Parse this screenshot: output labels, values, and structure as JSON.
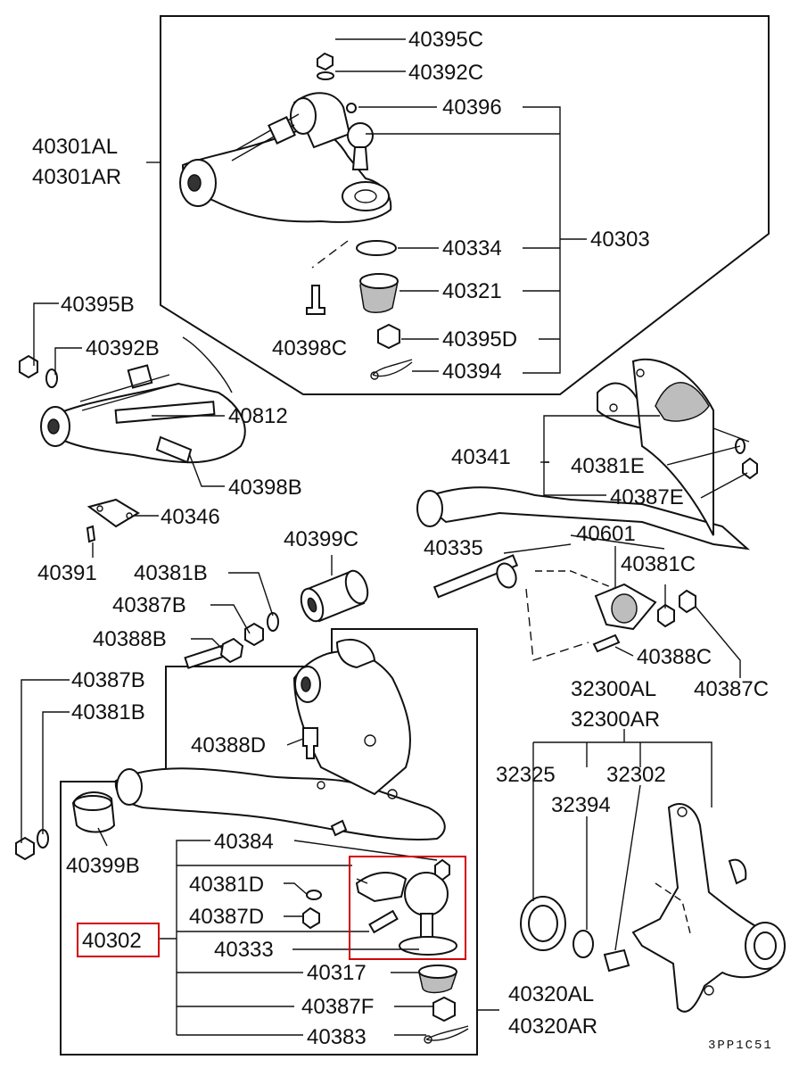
{
  "diagram_code": "3PP1C51",
  "colors": {
    "highlight": "#d10000",
    "ink": "#111111"
  },
  "labels": {
    "l40395C": "40395C",
    "l40392C": "40392C",
    "l40396": "40396",
    "l40301AL": "40301AL",
    "l40301AR": "40301AR",
    "l40303": "40303",
    "l40334": "40334",
    "l40321": "40321",
    "l40395D": "40395D",
    "l40398C": "40398C",
    "l40394": "40394",
    "l40395B": "40395B",
    "l40392B": "40392B",
    "l40812": "40812",
    "l40398B": "40398B",
    "l40341": "40341",
    "l40381E": "40381E",
    "l40387E": "40387E",
    "l40346": "40346",
    "l40391": "40391",
    "l40399C": "40399C",
    "l40335": "40335",
    "l40601": "40601",
    "l40381B_a": "40381B",
    "l40387B_a": "40387B",
    "l40388B": "40388B",
    "l40381C": "40381C",
    "l40388C": "40388C",
    "l40387C": "40387C",
    "l40387B_b": "40387B",
    "l40381B_b": "40381B",
    "l32300AL": "32300AL",
    "l32300AR": "32300AR",
    "l40388D": "40388D",
    "l32325": "32325",
    "l32302": "32302",
    "l32394": "32394",
    "l40384": "40384",
    "l40399B": "40399B",
    "l40381D": "40381D",
    "l40387D": "40387D",
    "l40302": "40302",
    "l40333": "40333",
    "l40317": "40317",
    "l40320AL": "40320AL",
    "l40320AR": "40320AR",
    "l40387F": "40387F",
    "l40383": "40383"
  }
}
